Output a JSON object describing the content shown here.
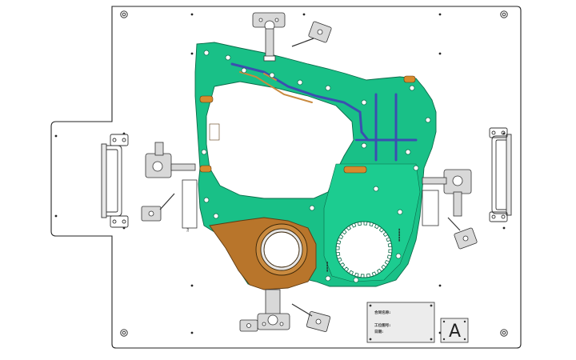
{
  "drawing": {
    "nameplate": {
      "lines": [
        "合同名称:",
        "",
        "工位图号:",
        "日期:"
      ]
    },
    "corner_mark": "A",
    "part_marking": "3#"
  },
  "colors": {
    "part_green": "#19c087",
    "part_green_dark": "#0f8a5f",
    "casting_brown": "#b8752b",
    "base_plate_outline": "#222222",
    "coolant_channel": "#3b4fb0"
  },
  "icons": [
    "clamp-icon",
    "handle-icon",
    "locating-pin-icon",
    "mounting-hole-icon"
  ]
}
